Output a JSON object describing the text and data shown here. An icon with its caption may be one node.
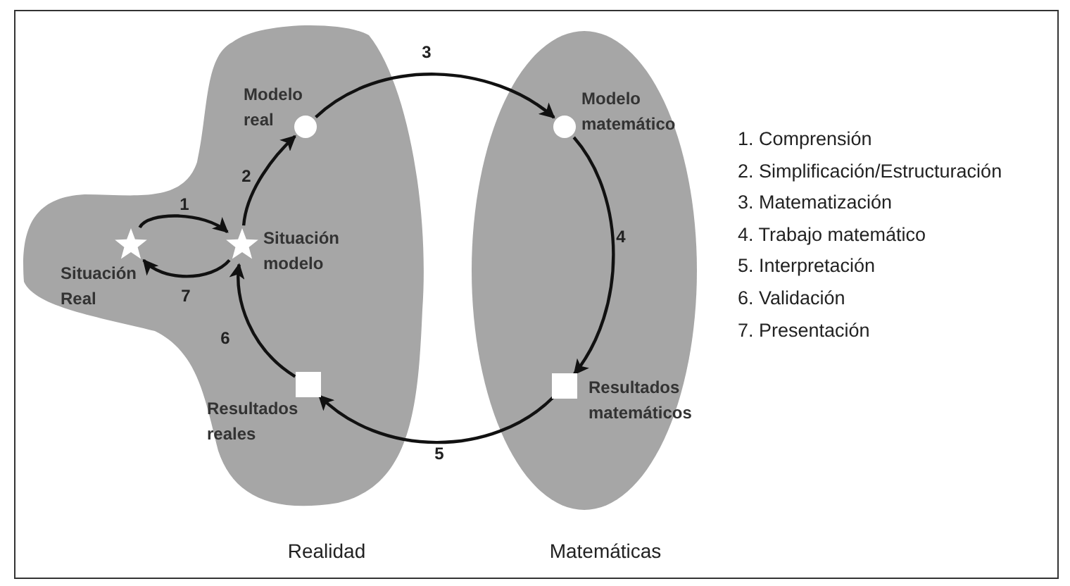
{
  "diagram": {
    "nodes": [
      {
        "text": [
          "Realidad"
        ]
      },
      {
        "text": [
          "Situación Real"
        ],
        "in": 0
      },
      {
        "text": [
          "Situación modelo"
        ],
        "in": 0
      },
      {
        "text": [
          "Modelo real"
        ],
        "in": 0
      },
      {
        "text": [
          "Resultados reales"
        ],
        "in": 0
      },
      {
        "text": [
          "Matemáticas"
        ]
      },
      {
        "text": [
          "Modelo matemático"
        ],
        "in": 5
      },
      {
        "text": [
          "Resultados matemáticos"
        ],
        "in": 5
      }
    ],
    "edges": [
      {
        "from": 1,
        "to": 2,
        "arrow": "to",
        "label": "1"
      },
      {
        "from": 2,
        "to": 3,
        "arrow": "to",
        "label": "2"
      },
      {
        "from": 3,
        "to": 6,
        "arrow": "to",
        "label": "3"
      },
      {
        "from": 6,
        "to": 7,
        "arrow": "to",
        "label": "4"
      },
      {
        "from": 7,
        "to": 4,
        "arrow": "to",
        "label": "5"
      },
      {
        "from": 4,
        "to": 2,
        "arrow": "to",
        "label": "6"
      },
      {
        "from": 2,
        "to": 1,
        "arrow": "to",
        "label": "7"
      }
    ],
    "labels": [
      "1. Comprensión",
      "2. Simplificación/Estructuración",
      "3. Matematización",
      "4. Trabajo matemático",
      "5. Interpretación",
      "6. Validación",
      "7. Presentación"
    ]
  }
}
